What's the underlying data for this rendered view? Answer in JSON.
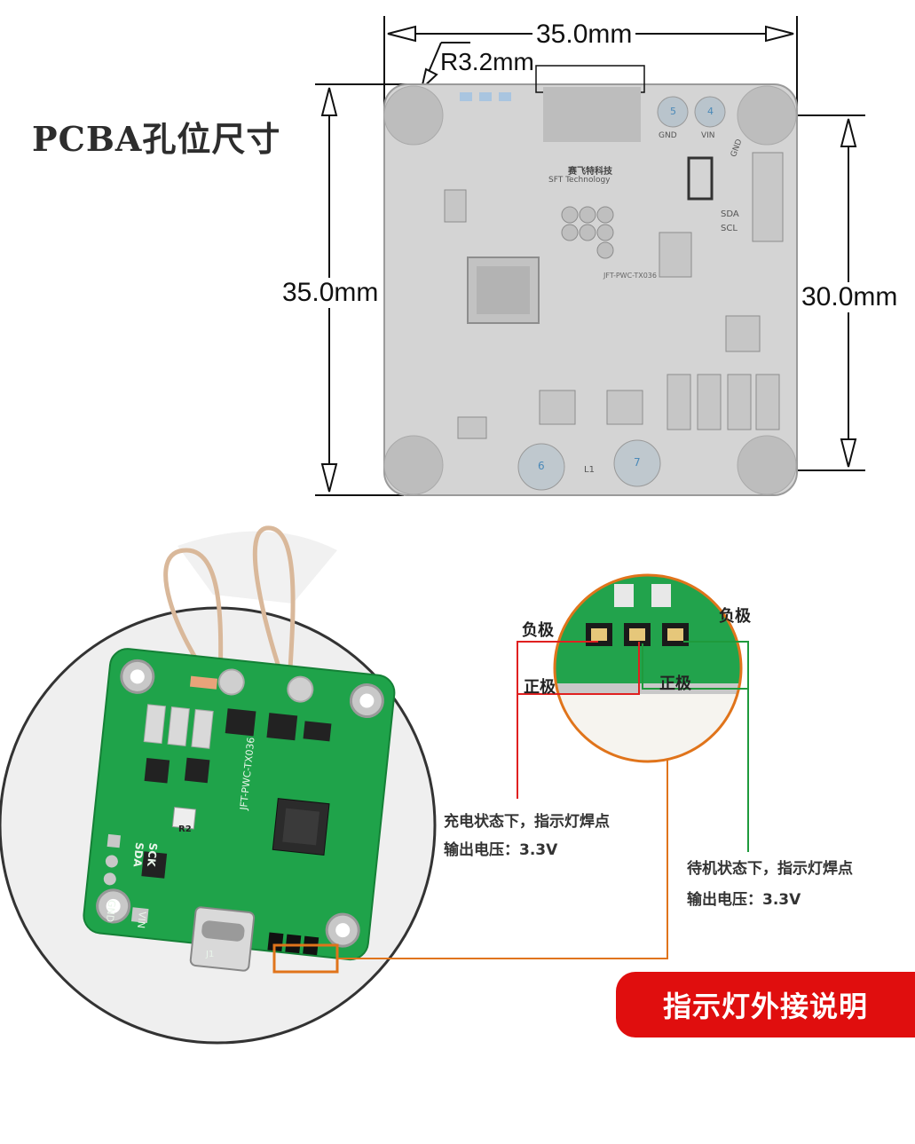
{
  "title": "PCBA孔位尺寸",
  "dimensions": {
    "width": "35.0mm",
    "height": "35.0mm",
    "hole_spacing": "30.0mm",
    "corner_radius": "R3.2mm"
  },
  "top_pcb_labels": {
    "logo_cn": "赛飞特科技",
    "logo_en": "SFT Technology",
    "model": "JFT-PWC-TX036",
    "pin_gnd": "GND",
    "pin_vin": "VIN",
    "pin_gnd2": "GND",
    "pin_sda": "SDA",
    "pin_scl": "SCL",
    "pad_5": "5",
    "pad_4": "4",
    "pad_6": "6",
    "pad_7": "7",
    "l1": "L1"
  },
  "photo_labels": {
    "model": "JFT-PWC-TX036",
    "sda": "SDA",
    "sck": "SCK",
    "vin": "VIN",
    "gnd": "GND",
    "r2": "R2",
    "usb": "J1"
  },
  "zoom_labels": {
    "neg_left": "负极",
    "neg_right": "负极",
    "pos_left": "正极",
    "pos_right": "正极"
  },
  "notes": {
    "charging_line1": "充电状态下，指示灯焊点",
    "charging_line2": "输出电压：3.3V",
    "standby_line1": "待机状态下，指示灯焊点",
    "standby_line2": "输出电压：3.3V"
  },
  "banner": "指示灯外接说明",
  "colors": {
    "board_gray": "#cfcfcf",
    "pcb_green": "#1fa34a",
    "red_wire": "#e02020",
    "green_wire": "#1f9a3c",
    "orange_line": "#e0741b",
    "banner_red": "#e00e0e"
  }
}
